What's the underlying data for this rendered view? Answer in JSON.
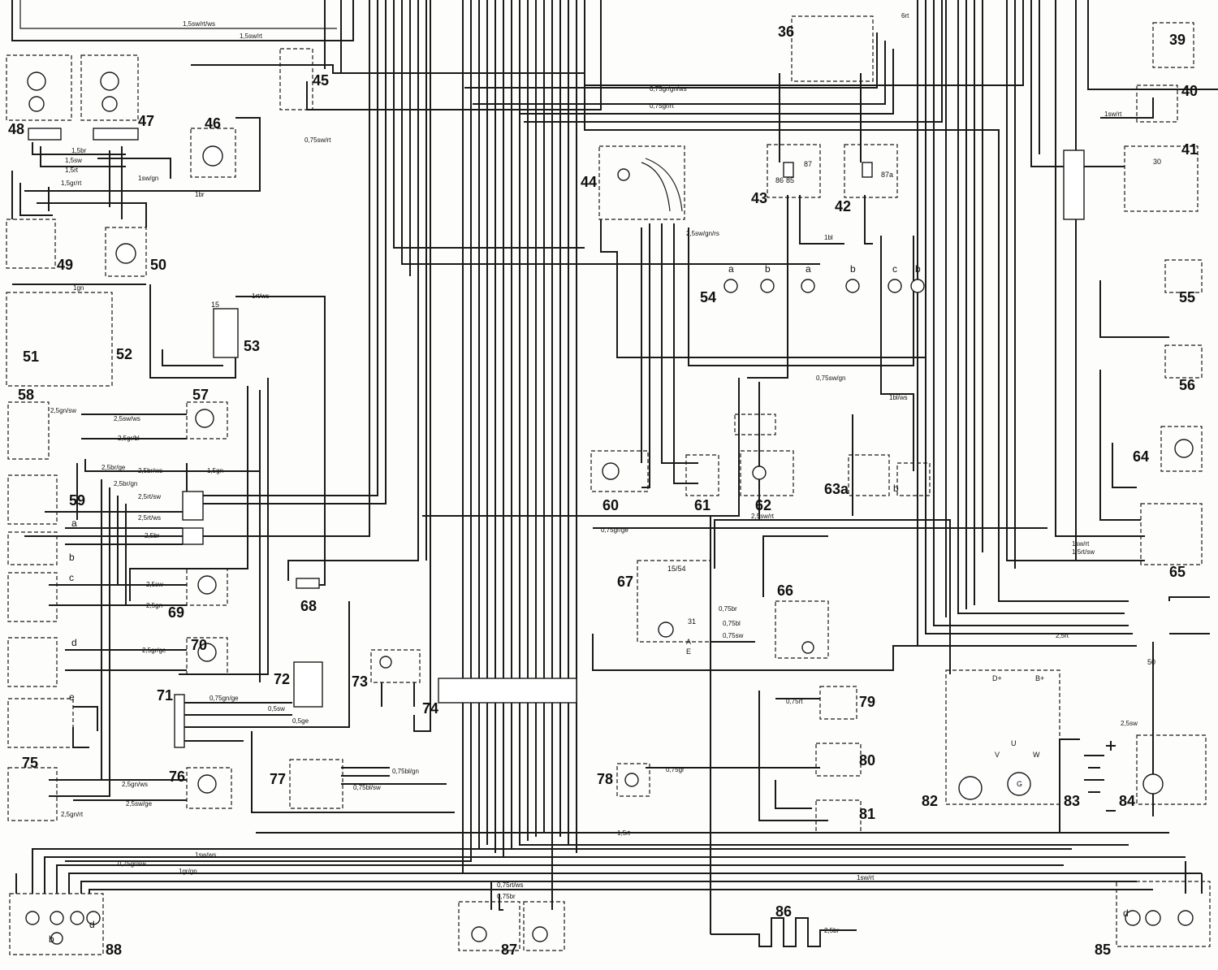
{
  "components": [
    {
      "id": "36"
    },
    {
      "id": "39"
    },
    {
      "id": "40"
    },
    {
      "id": "41"
    },
    {
      "id": "42"
    },
    {
      "id": "43"
    },
    {
      "id": "44"
    },
    {
      "id": "45"
    },
    {
      "id": "46"
    },
    {
      "id": "47"
    },
    {
      "id": "48"
    },
    {
      "id": "49"
    },
    {
      "id": "50"
    },
    {
      "id": "51"
    },
    {
      "id": "52"
    },
    {
      "id": "53"
    },
    {
      "id": "54"
    },
    {
      "id": "55"
    },
    {
      "id": "56"
    },
    {
      "id": "57"
    },
    {
      "id": "58"
    },
    {
      "id": "59"
    },
    {
      "id": "60"
    },
    {
      "id": "61"
    },
    {
      "id": "62"
    },
    {
      "id": "63a"
    },
    {
      "id": "64"
    },
    {
      "id": "65"
    },
    {
      "id": "66"
    },
    {
      "id": "67"
    },
    {
      "id": "68"
    },
    {
      "id": "69"
    },
    {
      "id": "70"
    },
    {
      "id": "71"
    },
    {
      "id": "72"
    },
    {
      "id": "73"
    },
    {
      "id": "74"
    },
    {
      "id": "75"
    },
    {
      "id": "76"
    },
    {
      "id": "77"
    },
    {
      "id": "78"
    },
    {
      "id": "79"
    },
    {
      "id": "80"
    },
    {
      "id": "81"
    },
    {
      "id": "82"
    },
    {
      "id": "83"
    },
    {
      "id": "84"
    },
    {
      "id": "85"
    },
    {
      "id": "86"
    },
    {
      "id": "87"
    },
    {
      "id": "88"
    }
  ],
  "wire_labels": [
    "1,5sw/rt/ws",
    "1,5sw/rt",
    "0,75gr/gn/ws",
    "0,75gr/rt",
    "0,75sw/rt",
    "6rt",
    "1sw/rt",
    "1,5br",
    "1,5sw",
    "1,5rt",
    "1sw/gn",
    "1,5gr/rt",
    "1br",
    "1bl",
    "2,5sw/gn/rs",
    "0,75sw/gn",
    "1bl/ws",
    "1gn",
    "1rt/ws",
    "2,5gn/sw",
    "2,5sw/ws",
    "2,5gr/bl",
    "2,5br/ge",
    "2,5br/ws",
    "1,5gn",
    "2,5br/gn",
    "2,5rt/sw",
    "2,5rt/ws",
    "2,5br",
    "2,5sw",
    "2,5gn",
    "2,5gr/ge",
    "2,5gn/ws",
    "2,5sw/ge",
    "2,5gn/rt",
    "0,75gr/ge",
    "2,5sw/rt",
    "1sw/rt",
    "1,5rt/sw",
    "0,75br",
    "0,75bl",
    "0,75sw",
    "0,75gn/ge",
    "0,5sw",
    "0,5ge",
    "1,5rt",
    "0,75rt",
    "0,75gr",
    "0,75bl/gn",
    "0,75bl/sw",
    "2,5rt",
    "2,5sw",
    "1sw/ws",
    "0,75gr/sw",
    "1gr/gn",
    "1sw/rt",
    "0,75rt/ws",
    "0,75br",
    "2,5br"
  ],
  "terminals": [
    "15",
    "30",
    "31",
    "50",
    "85",
    "86",
    "87",
    "87a",
    "15/54",
    "D+",
    "B+",
    "A",
    "E",
    "U",
    "V",
    "W",
    "G"
  ],
  "sub_letters": [
    "a",
    "b",
    "c",
    "d",
    "e"
  ]
}
